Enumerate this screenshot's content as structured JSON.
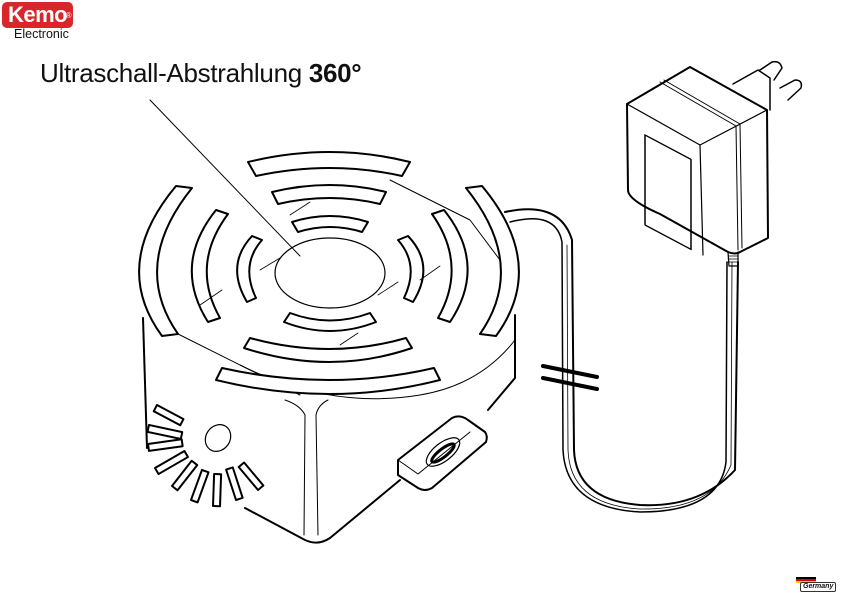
{
  "brand": {
    "name": "Kemo",
    "registered_mark": "®",
    "subtitle": "Electronic",
    "color": "#d8262a"
  },
  "headline": {
    "text": "Ultraschall-Abstrahlung ",
    "emphasis": "360°"
  },
  "illustration": {
    "subject": "ultrasonic-speaker-with-power-adapter",
    "components": [
      "speaker-housing",
      "ultrasound-wave-arcs",
      "mounting-lug",
      "led-indicator",
      "cable",
      "cable-break-mark",
      "plug-in-power-adapter"
    ]
  },
  "origin_badge": {
    "label": "Germany",
    "flag_colors": [
      "#000000",
      "#dd0000",
      "#ffce00"
    ]
  }
}
